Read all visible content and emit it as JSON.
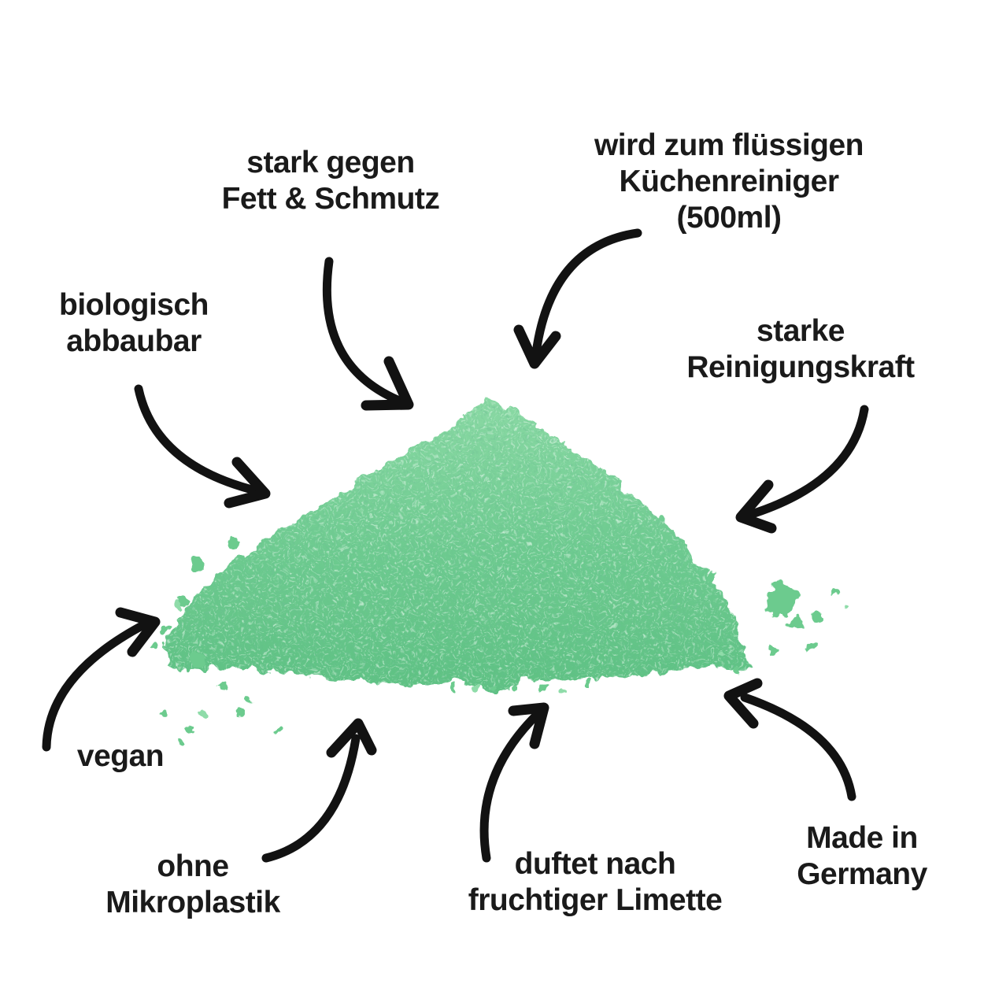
{
  "page": {
    "background_color": "#ffffff",
    "text_color": "#1a1a1a",
    "arrow_color": "#121212"
  },
  "product": {
    "description": "pile of green cleaning powder",
    "powder_color": "#6ccb8e",
    "powder_color_light": "#9ae2b4",
    "powder_color_dark": "#2e8a55"
  },
  "labels": {
    "top_left": "stark gegen\nFett & Schmutz",
    "top_right": "wird zum flüssigen\nKüchenreiniger\n(500ml)",
    "left": "biologisch\nabbaubar",
    "right": "starke\nReinigungskraft",
    "bottom_far_left": "vegan",
    "bottom_left": "ohne\nMikroplastik",
    "bottom_center": "duftet nach\nfruchtiger Limette",
    "bottom_right": "Made in\nGermany"
  }
}
